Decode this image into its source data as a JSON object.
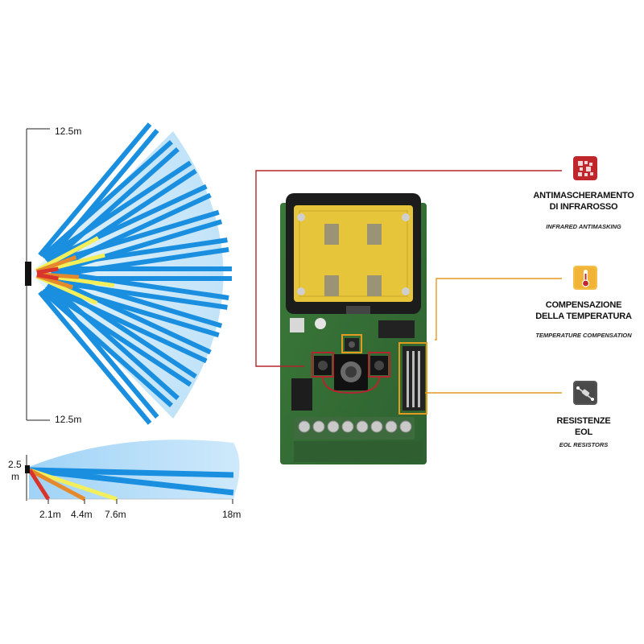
{
  "top_view": {
    "dim_top": "12.5m",
    "dim_bottom": "12.5m"
  },
  "side_view": {
    "height_label_line1": "2.5",
    "height_label_line2": "m",
    "ticks": [
      "2.1m",
      "4.4m",
      "7.6m",
      "18m"
    ]
  },
  "features": [
    {
      "title_line1": "ANTIMASCHERAMENTO",
      "title_line2": "DI INFRAROSSO",
      "subtitle": "INFRARED ANTIMASKING",
      "icon": "antimasking-icon",
      "color": "#c0272d"
    },
    {
      "title_line1": "COMPENSAZIONE",
      "title_line2": "DELLA TEMPERATURA",
      "subtitle": "TEMPERATURE COMPENSATION",
      "icon": "thermometer-icon",
      "color": "#e8a21c"
    },
    {
      "title_line1": "RESISTENZE",
      "title_line2": "EOL",
      "subtitle": "EOL RESISTORS",
      "icon": "resistor-icon",
      "color": "#555555"
    }
  ],
  "colors": {
    "beam_blue": "#1a8fe0",
    "beam_light": "#cfe9fb",
    "beam_yellow": "#f3ef5a",
    "beam_orange": "#e58a2c",
    "beam_red": "#d9342b",
    "callout_red": "#b3262d",
    "callout_orange": "#e39b1f"
  }
}
